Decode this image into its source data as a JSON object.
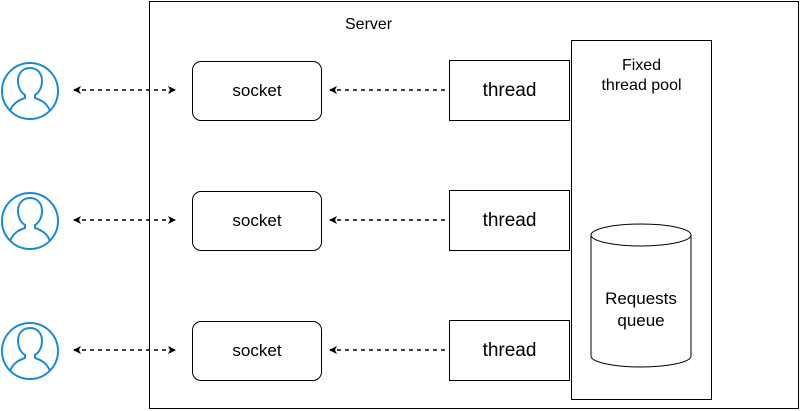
{
  "server": {
    "title": "Server"
  },
  "pool": {
    "title_line1": "Fixed",
    "title_line2": "thread pool"
  },
  "queue": {
    "label_line1": "Requests",
    "label_line2": "queue"
  },
  "rows": [
    {
      "socket_label": "socket",
      "thread_label": "thread"
    },
    {
      "socket_label": "socket",
      "thread_label": "thread"
    },
    {
      "socket_label": "socket",
      "thread_label": "thread"
    }
  ],
  "colors": {
    "user_icon": "#1b8ad1",
    "stroke": "#000000"
  },
  "icons": {
    "user": "user-icon"
  }
}
